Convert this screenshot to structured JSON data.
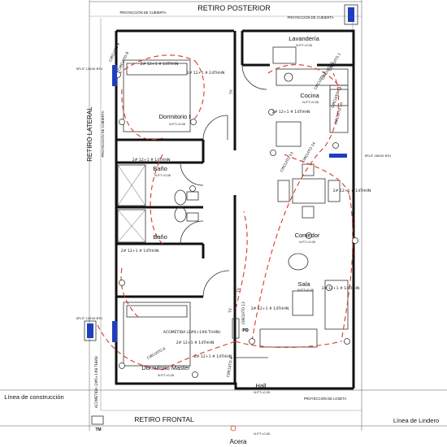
{
  "labels": {
    "retiro_posterior": "RETIRO POSTERIOR",
    "retiro_frontal": "RETIRO FRONTAL",
    "retiro_lateral": "RETIRO LATERAL",
    "proy_cub_left": "PROYECCIÓN DE CUBIERTA",
    "proy_cub_right": "PROYECCIÓN DE CUBIERTA",
    "proy_cub_lateral": "PROYECCIÓN DE CUBIERTA",
    "proy_loseta": "PROYECCIÓN DE LOSETA",
    "linea_construccion": "Línea de construcción",
    "linea_lindero": "Línea de Lindero",
    "acera": "Acera",
    "tm": "TM"
  },
  "rooms": {
    "dormitorio1": "Dormitorio I",
    "bano1": "Baño",
    "bano2": "Baño",
    "dormitorio_master": "Dormitorio Master",
    "lavanderia": "Lavandería",
    "cocina": "Cocina",
    "comedor": "Comedor",
    "sala": "Sala",
    "hall": "Hall",
    "npt": "N.P.T.=0.28"
  },
  "wiring": {
    "w1": "2# 12+1 # 14THHN",
    "w2": "2# 12+1 # 14THHN",
    "w3": "2# 12+1 # 14THHN",
    "w4": "2# 12+1 # 14THHN",
    "w5": "2# 12+1 # 14THHN",
    "w6": "2# 12+1 # 14THHN",
    "w7": "2# 12+1 # 14THHN",
    "w8": "2# 12+1 # 14THHN",
    "w9": "2# 12+1 # 14THHN",
    "w10": "2# 12+1 # 14THHN",
    "acometida_h": "ACOMETIDA (2#6+1#8 THHN)",
    "acometida_v": "ACOMETIDA (2#6+1#8 THHN)",
    "split1": "SPLIT 12000 BTU",
    "split2": "SPLIT 18000 BTU",
    "split3": "SPLIT 12000 BTU",
    "pd": "PD",
    "tv": "TV",
    "c1": "CIRCUITO 9",
    "c2": "CIRCUITO 8",
    "c3": "CIRCUITO 7",
    "c4": "CIRCUITO 5",
    "c5": "CIRCUITO 13",
    "c6": "CIRCUITO 12",
    "c7": "CIRCUITO 11",
    "c8": "CIRCUITO 10",
    "c9": "CIRCUITO 6",
    "c10": "CIRCUITO 14",
    "c11": "CIRCUITO 4",
    "c12": "CIRCUITO 1"
  },
  "colors": {
    "circuit": "#d63a2a",
    "equipment": "#1d3fbf"
  }
}
